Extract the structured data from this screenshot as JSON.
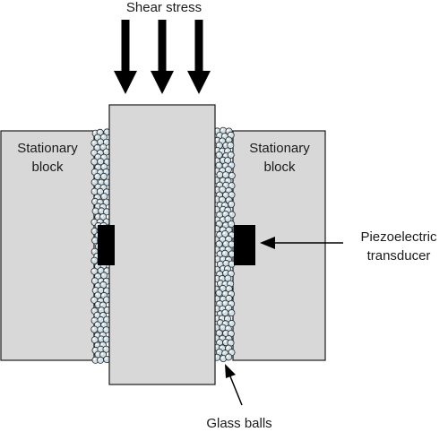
{
  "diagram": {
    "top_label": "Shear stress",
    "left_block": {
      "line1": "Stationary",
      "line2": "block"
    },
    "right_block": {
      "line1": "Stationary",
      "line2": "block"
    },
    "transducer_label": {
      "line1": "Piezoelectric",
      "line2": "transducer"
    },
    "balls_label": "Glass balls"
  },
  "colors": {
    "block_fill": "#d8d8d8",
    "block_stroke": "#1a1a1a",
    "transducer_fill": "#000000",
    "ball_fill": "#cfe0e8",
    "ball_stroke": "#2a2a2a",
    "ball_highlight": "#ffffff",
    "arrow": "#000000"
  }
}
